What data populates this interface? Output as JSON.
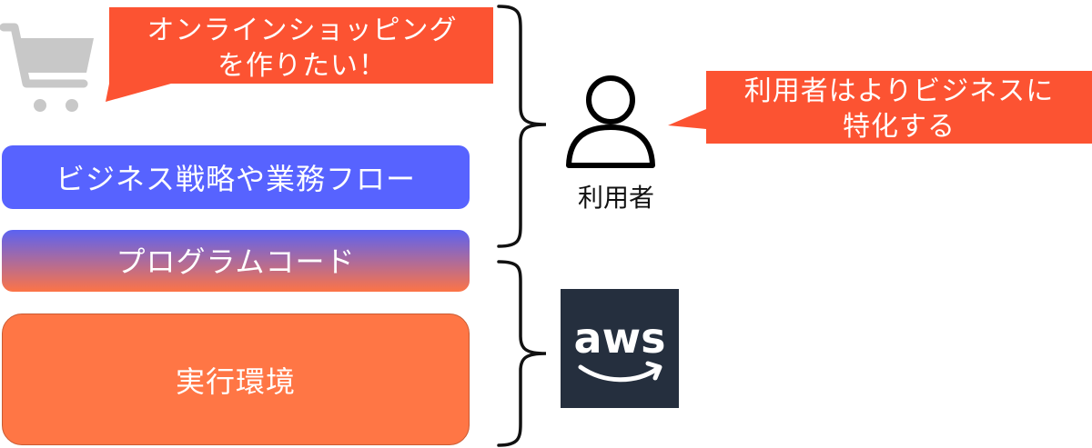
{
  "colors": {
    "callout": "#fc5332",
    "business_layer": "#5763ff",
    "code_layer_top": "#5b62f2",
    "code_layer_bottom": "#fd7446",
    "runtime_layer": "#ff7645",
    "aws_bg": "#252f3e",
    "aws_smile": "#ffffff",
    "cart": "#c8c8c8",
    "person": "#000000"
  },
  "icons": {
    "cart": "shopping-cart-icon",
    "user": "person-icon",
    "aws": "aws-logo"
  },
  "callouts": {
    "shop": {
      "line1": "オンラインショッピング",
      "line2": "を作りたい！"
    },
    "user": {
      "line1": "利用者はよりビジネスに",
      "line2": "特化する"
    }
  },
  "layers": {
    "business": "ビジネス戦略や業務フロー",
    "code": "プログラムコード",
    "runtime": "実行環境"
  },
  "user": {
    "label": "利用者"
  },
  "aws": {
    "wordmark": "aws"
  }
}
